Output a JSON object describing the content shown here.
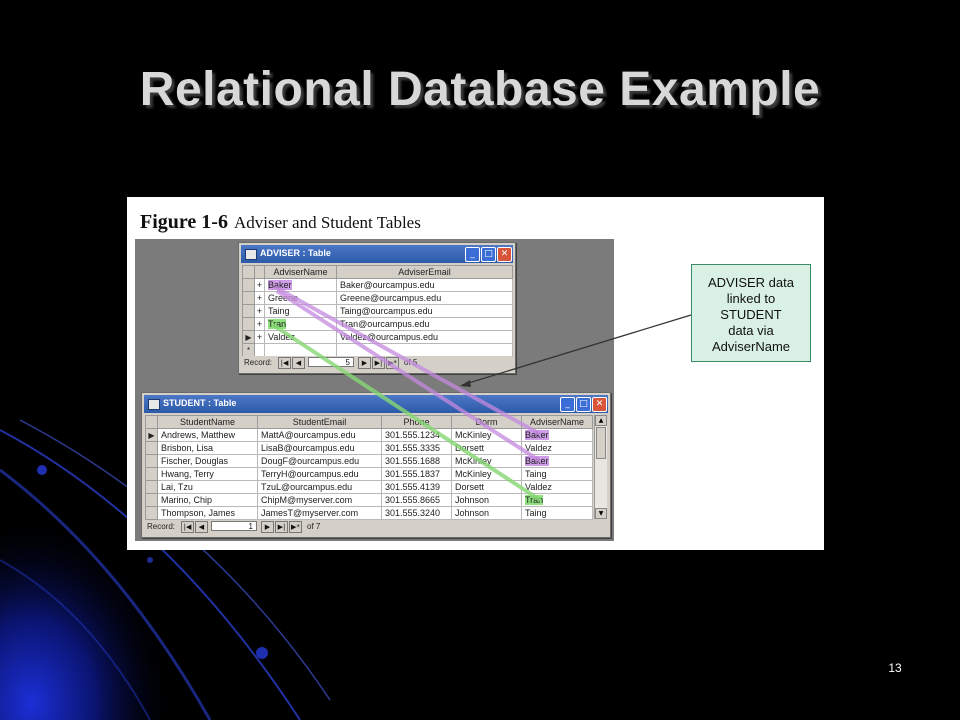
{
  "slide": {
    "title": "Relational Database Example",
    "page_number": "13"
  },
  "figure": {
    "number": "Figure 1-6",
    "caption": "Adviser and Student Tables"
  },
  "adviser_window": {
    "title": "ADVISER : Table",
    "columns": [
      "AdviserName",
      "AdviserEmail"
    ],
    "rows": [
      {
        "name": "Baker",
        "email": "Baker@ourcampus.edu"
      },
      {
        "name": "Greene",
        "email": "Greene@ourcampus.edu"
      },
      {
        "name": "Taing",
        "email": "Taing@ourcampus.edu"
      },
      {
        "name": "Tran",
        "email": "Tran@ourcampus.edu"
      },
      {
        "name": "Valdez",
        "email": "Valdez@ourcampus.edu"
      }
    ],
    "new_row_marker": "*",
    "expand_marker": "+",
    "record_label": "Record:",
    "record_value": "5",
    "record_of": "of 5"
  },
  "student_window": {
    "title": "STUDENT : Table",
    "columns": [
      "StudentName",
      "StudentEmail",
      "Phone",
      "Dorm",
      "AdviserName"
    ],
    "rows": [
      {
        "name": "Andrews, Matthew",
        "email": "MattA@ourcampus.edu",
        "phone": "301.555.1234",
        "dorm": "McKinley",
        "adviser": "Baker"
      },
      {
        "name": "Brisbon, Lisa",
        "email": "LisaB@ourcampus.edu",
        "phone": "301.555.3335",
        "dorm": "Dorsett",
        "adviser": "Valdez"
      },
      {
        "name": "Fischer, Douglas",
        "email": "DougF@ourcampus.edu",
        "phone": "301.555.1688",
        "dorm": "McKinley",
        "adviser": "Baker"
      },
      {
        "name": "Hwang, Terry",
        "email": "TerryH@ourcampus.edu",
        "phone": "301.555.1837",
        "dorm": "McKinley",
        "adviser": "Taing"
      },
      {
        "name": "Lai, Tzu",
        "email": "TzuL@ourcampus.edu",
        "phone": "301.555.4139",
        "dorm": "Dorsett",
        "adviser": "Valdez"
      },
      {
        "name": "Marino, Chip",
        "email": "ChipM@myserver.com",
        "phone": "301.555.8665",
        "dorm": "Johnson",
        "adviser": "Tran"
      },
      {
        "name": "Thompson, James",
        "email": "JamesT@myserver.com",
        "phone": "301.555.3240",
        "dorm": "Johnson",
        "adviser": "Taing"
      }
    ],
    "record_label": "Record:",
    "record_value": "1",
    "record_of": "of 7"
  },
  "callout": {
    "lines": [
      "ADVISER data",
      "linked to",
      "STUDENT",
      "data via",
      "AdviserName"
    ]
  },
  "colors": {
    "background": "#000000",
    "accent_blue": "#1f3de0",
    "highlight_purple": "#cf9ce8",
    "highlight_green": "#8fe07e",
    "callout_fill": "#d9f1e5",
    "titlebar_blue": "#2c5aa8"
  },
  "icons": {
    "window": "table-window-icon",
    "minimize": "minimize-icon",
    "maximize": "maximize-icon",
    "close": "close-icon",
    "record_first": "first-record-icon",
    "record_prev": "previous-record-icon",
    "record_next": "next-record-icon",
    "record_last": "last-record-icon",
    "record_new": "new-record-icon"
  }
}
